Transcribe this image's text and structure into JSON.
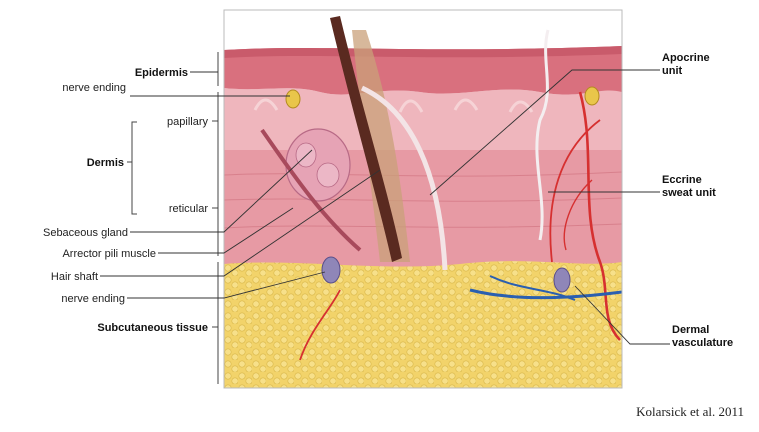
{
  "labels": {
    "epidermis": "Epidermis",
    "nerve_ending_top": "nerve ending",
    "papillary": "papillary",
    "dermis": "Dermis",
    "reticular": "reticular",
    "sebaceous_gland": "Sebaceous gland",
    "arrector_pili": "Arrector pili muscle",
    "hair_shaft": "Hair shaft",
    "nerve_ending_bottom": "nerve ending",
    "subcutaneous": "Subcutaneous tissue",
    "apocrine_unit": "Apocrine unit",
    "eccrine_unit": "Eccrine sweat unit",
    "dermal_vasculature": "Dermal vasculature"
  },
  "citation": "Kolarsick et al. 2011"
}
